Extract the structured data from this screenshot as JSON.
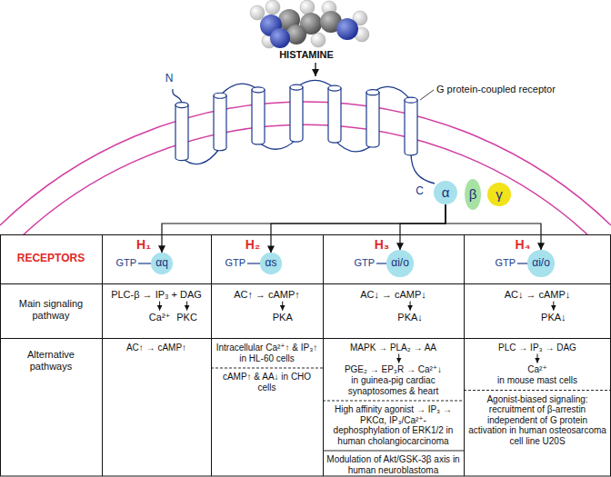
{
  "diagram": {
    "nodes": [
      {
        "text": [
          "α"
        ]
      },
      {
        "text": [
          "β"
        ]
      },
      {
        "text": [
          "γ"
        ]
      },
      {
        "text": [
          "αq"
        ]
      },
      {
        "text": [
          "αs"
        ]
      },
      {
        "text": [
          "αi/o"
        ]
      },
      {
        "text": [
          "αi/o"
        ]
      }
    ],
    "edges": [
      {
        "from": 0,
        "to": 3,
        "arrow": "to"
      },
      {
        "from": 0,
        "to": 4,
        "arrow": "to"
      },
      {
        "from": 0,
        "to": 5,
        "arrow": "to"
      },
      {
        "from": 0,
        "to": 6,
        "arrow": "to"
      }
    ],
    "labels": [
      "HISTAMINE",
      "N",
      "C",
      "G protein-coupled receptor",
      "RECEPTORS",
      "H₁",
      "H₂",
      "H₃",
      "H₄",
      "GTP",
      "GTP",
      "GTP",
      "GTP",
      "Main signaling pathway",
      "PLC-β → IP₃ + DAG",
      "Ca²⁺",
      "PKC",
      "AC↑ → cAMP↑",
      "PKA",
      "AC↓ → cAMP↓",
      "PKA↓",
      "AC↓ → cAMP↓",
      "PKA↓",
      "Alternative pathways",
      "AC↑ → cAMP↑",
      "Intracellular Ca²⁺↑ & IP₃↑ in HL-60 cells",
      "cAMP↑ & AA↓ in CHO cells",
      "MAPK → PLA₂ → AA",
      "PGE₂ → EP₃R → Ca²⁺↓",
      "in guinea-pig cardiac synaptosomes & heart",
      "High affinity agonist → IP₃ → PKCα, IP₃/Ca²⁺- dephosphylation of ERK1/2 in human cholangiocarcinoma",
      "Modulation of Akt/GSK-3β axis in human neuroblastoma",
      "PLC → IP₃ → DAG",
      "Ca²⁺",
      "in mouse mast cells",
      "Agonist-biased signaling: recruitment of β-arrestin independent of G protein activation in human osteosarcoma cell line U20S"
    ]
  }
}
